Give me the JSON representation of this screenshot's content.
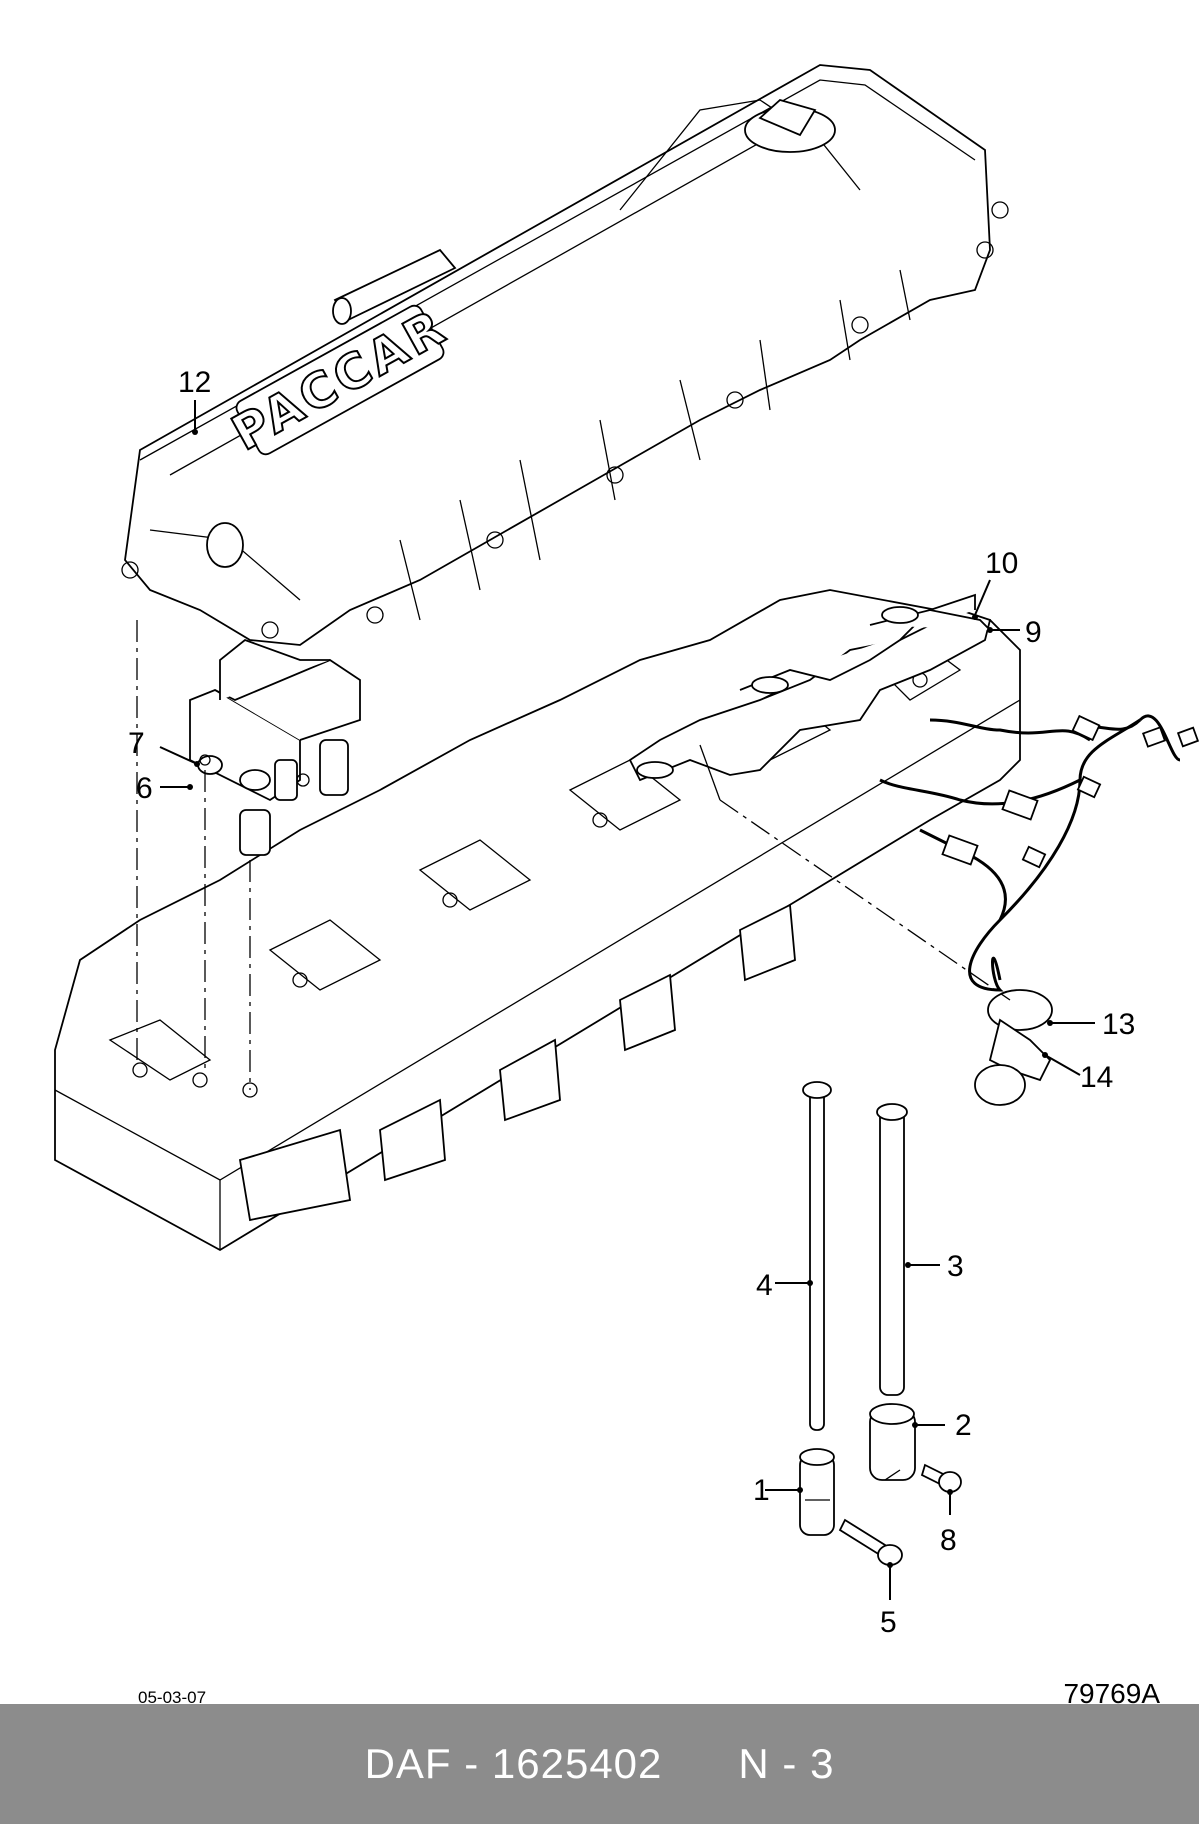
{
  "callouts": [
    "1",
    "2",
    "3",
    "4",
    "5",
    "6",
    "7",
    "8",
    "9",
    "10",
    "12",
    "13",
    "14"
  ],
  "logo_text": "PACCAR",
  "date_code": "05-03-07",
  "figure_ref": "79769A",
  "footer": {
    "brand": "DAF",
    "separator": " - ",
    "part_number": "1625402",
    "page": "N - 3"
  }
}
